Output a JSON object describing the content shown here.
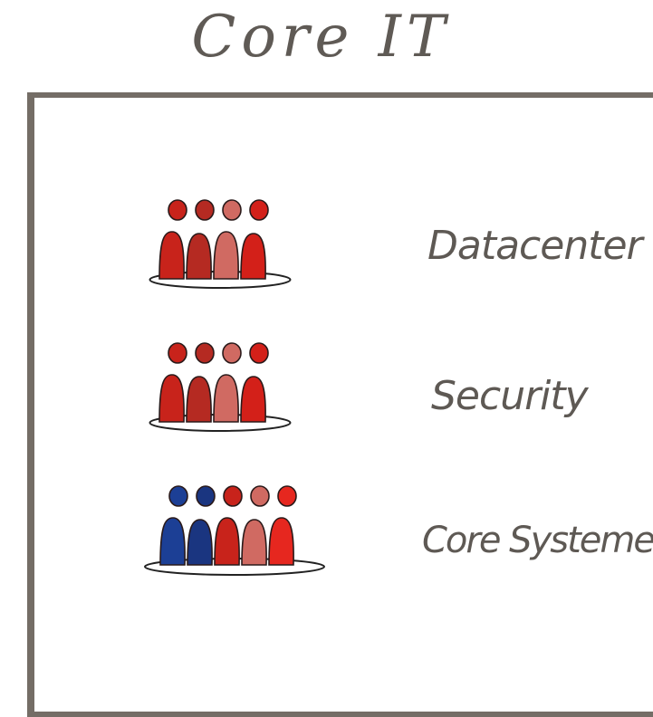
{
  "title": "Core IT",
  "teams": [
    {
      "label": "Datacenter",
      "members": [
        {
          "color": "#c8231b"
        },
        {
          "color": "#b52a22"
        },
        {
          "color": "#d06a62"
        },
        {
          "color": "#d32019"
        }
      ]
    },
    {
      "label": "Security",
      "members": [
        {
          "color": "#c8231b"
        },
        {
          "color": "#b52a22"
        },
        {
          "color": "#d06a62"
        },
        {
          "color": "#d32019"
        }
      ]
    },
    {
      "label": "Core Systeme",
      "members": [
        {
          "color": "#1c3f95"
        },
        {
          "color": "#1a3580"
        },
        {
          "color": "#c8231b"
        },
        {
          "color": "#d06a62"
        },
        {
          "color": "#e6271f"
        }
      ]
    }
  ],
  "colors": {
    "frame": "#746d66",
    "text": "#5e5954",
    "platform": "#222222"
  }
}
